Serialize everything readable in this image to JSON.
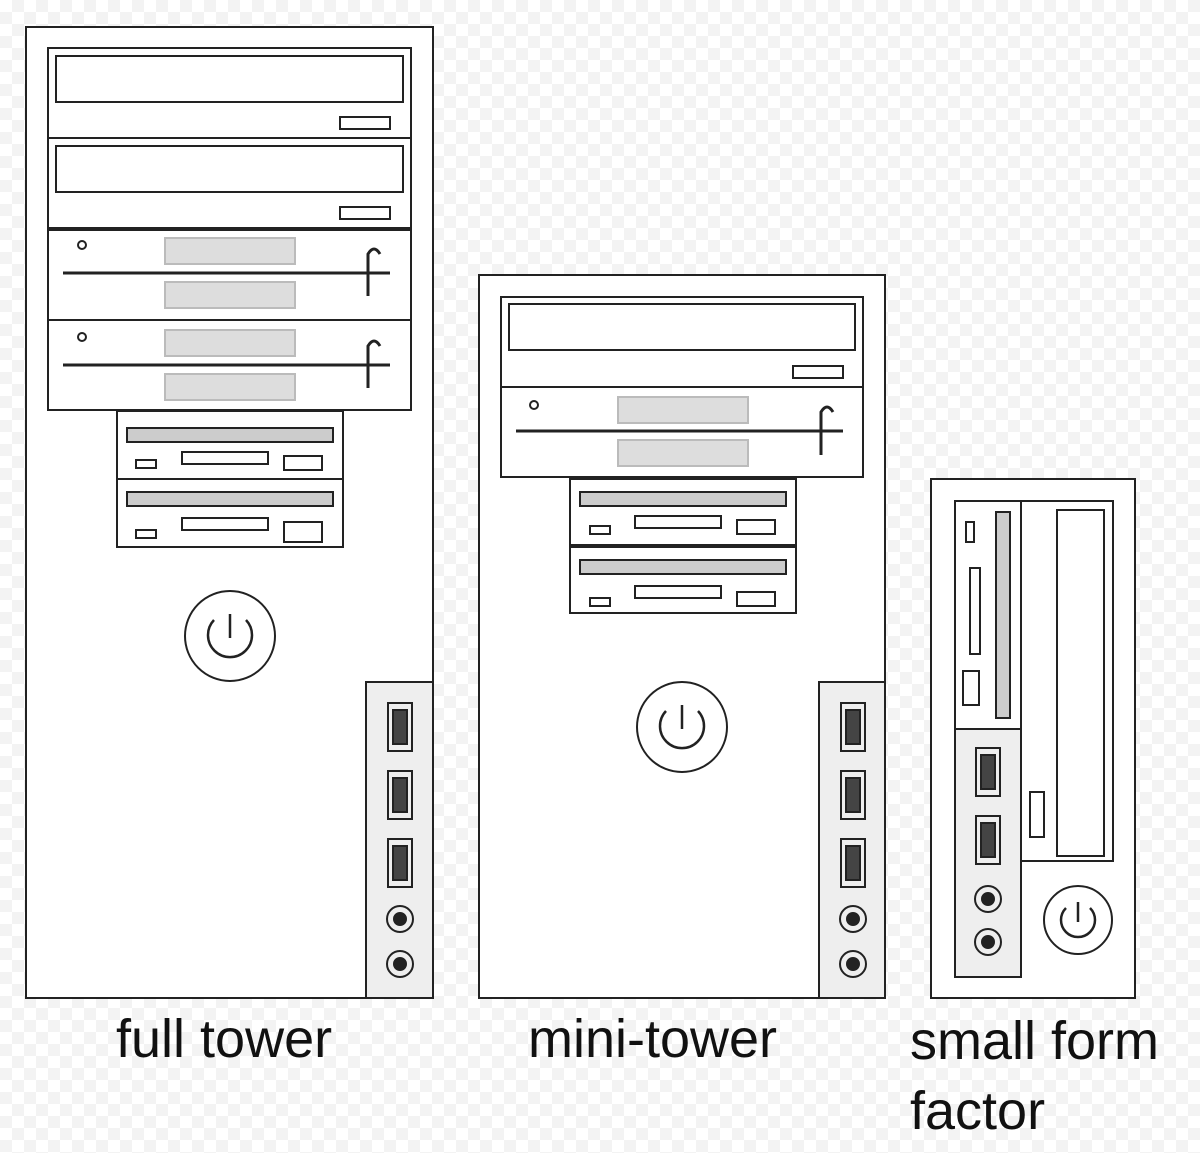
{
  "labels": {
    "full_tower": "full tower",
    "mini_tower": "mini-tower",
    "small_form_factor": "small form factor"
  },
  "colors": {
    "outline": "#222222",
    "bay_fill": "#ffffff",
    "slot_fill": "#cccccc",
    "port_fill": "#444444",
    "panel_fill": "#eeeeee"
  },
  "icons": [
    "power-icon",
    "usb-port-icon",
    "audio-jack-icon"
  ]
}
